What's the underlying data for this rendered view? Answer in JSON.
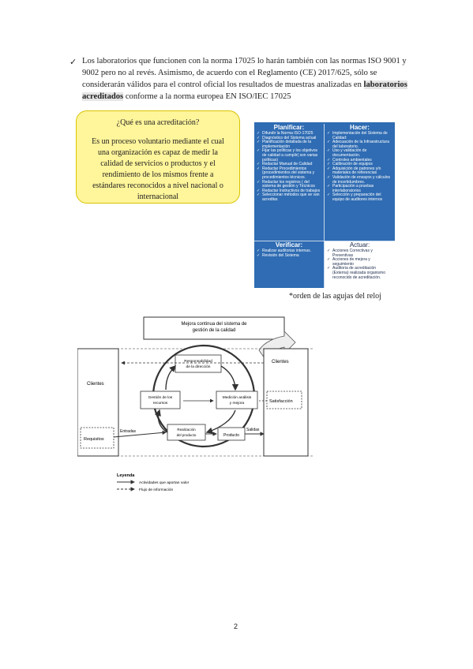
{
  "paragraph": {
    "check_icon": "check-icon",
    "text_before": "Los laboratorios que funcionen con la norma 17025 lo harán también con las normas ISO 9001 y 9002 pero no al revés. Asimismo, de acuerdo con el Reglamento (CE) 2017/625, sólo se considerarán válidos para el control oficial los resultados de muestras analizadas en ",
    "highlight": "laboratorios acreditados",
    "text_after": " conforme a la norma europea EN ISO/IEC 17025"
  },
  "callout": {
    "question": "¿Qué es una acreditación?",
    "answer": "Es un proceso voluntario mediante el cual una organización es capaz de medir la calidad de servicios o productos y el rendimiento de los mismos frente a estándares reconocidos a nivel nacional o internacional"
  },
  "pdca": {
    "planificar": {
      "title": "Planificar:",
      "items": [
        "Difundir la Norma ISO-17025",
        "Diagnóstico del Sistema actual",
        "Planificación detallada de la implementación",
        "Fijar las políticas y los objetivos de calidad a cumplir( son varias políticas)",
        "Redactar Manual de Calidad",
        "Redactar Procedimientos (procedimientos del sistema y procedimientos técnicos.",
        "Redactar los registros ( del sistema de gestión y Técnicos",
        "Redactar Instructivos de trabajos",
        "Seleccionar métodos que se van acreditar."
      ]
    },
    "hacer": {
      "title": "Hacer:",
      "items": [
        "Implementación del Sistema de Calidad:",
        "Adecuación de la Infraestructura del laboratorio.",
        "Uso y validación de documentación.",
        "Controles ambientales",
        "Calibración de equipos",
        "Adquisición de patrones y/o materiales de referencias",
        "Validación de ensayos y cálculos de incertidumbres.",
        "Participación a pruebas interlaboratorios",
        "Selección y preparación del equipo de auditores internos"
      ]
    },
    "verificar": {
      "title": "Verificar:",
      "items": [
        "Realizar auditorias internas.",
        "Revisión del Sistema"
      ]
    },
    "actuar": {
      "title": "Actuar:",
      "items": [
        "Acciones Correctivas y Preventivas",
        "Acciones de mejora y seguimiento",
        "Auditoria de acreditación (Externa) realizada organismo reconocido de acreditación."
      ]
    }
  },
  "caption": "*orden de las agujas del reloj",
  "diagram": {
    "mejora": "Mejora continua del sistema de gestión de la calidad",
    "clientes_left": "Clientes",
    "clientes_right": "Clientes",
    "requisitos": "Requisitos",
    "satisfaccion": "Satisfacción",
    "responsabilidad": "Responsabilidad de la dirección",
    "gestion": "Gestión de los recursos",
    "medicion": "Medición análisis y mejora",
    "realizacion": "Realización del producto",
    "producto": "Producto",
    "entradas": "Entradas",
    "salidas": "Salidas",
    "legend_title": "Leyenda",
    "legend_solid": "Actividades que aportan valor",
    "legend_dashed": "Flujo de información"
  },
  "page_number": "2"
}
